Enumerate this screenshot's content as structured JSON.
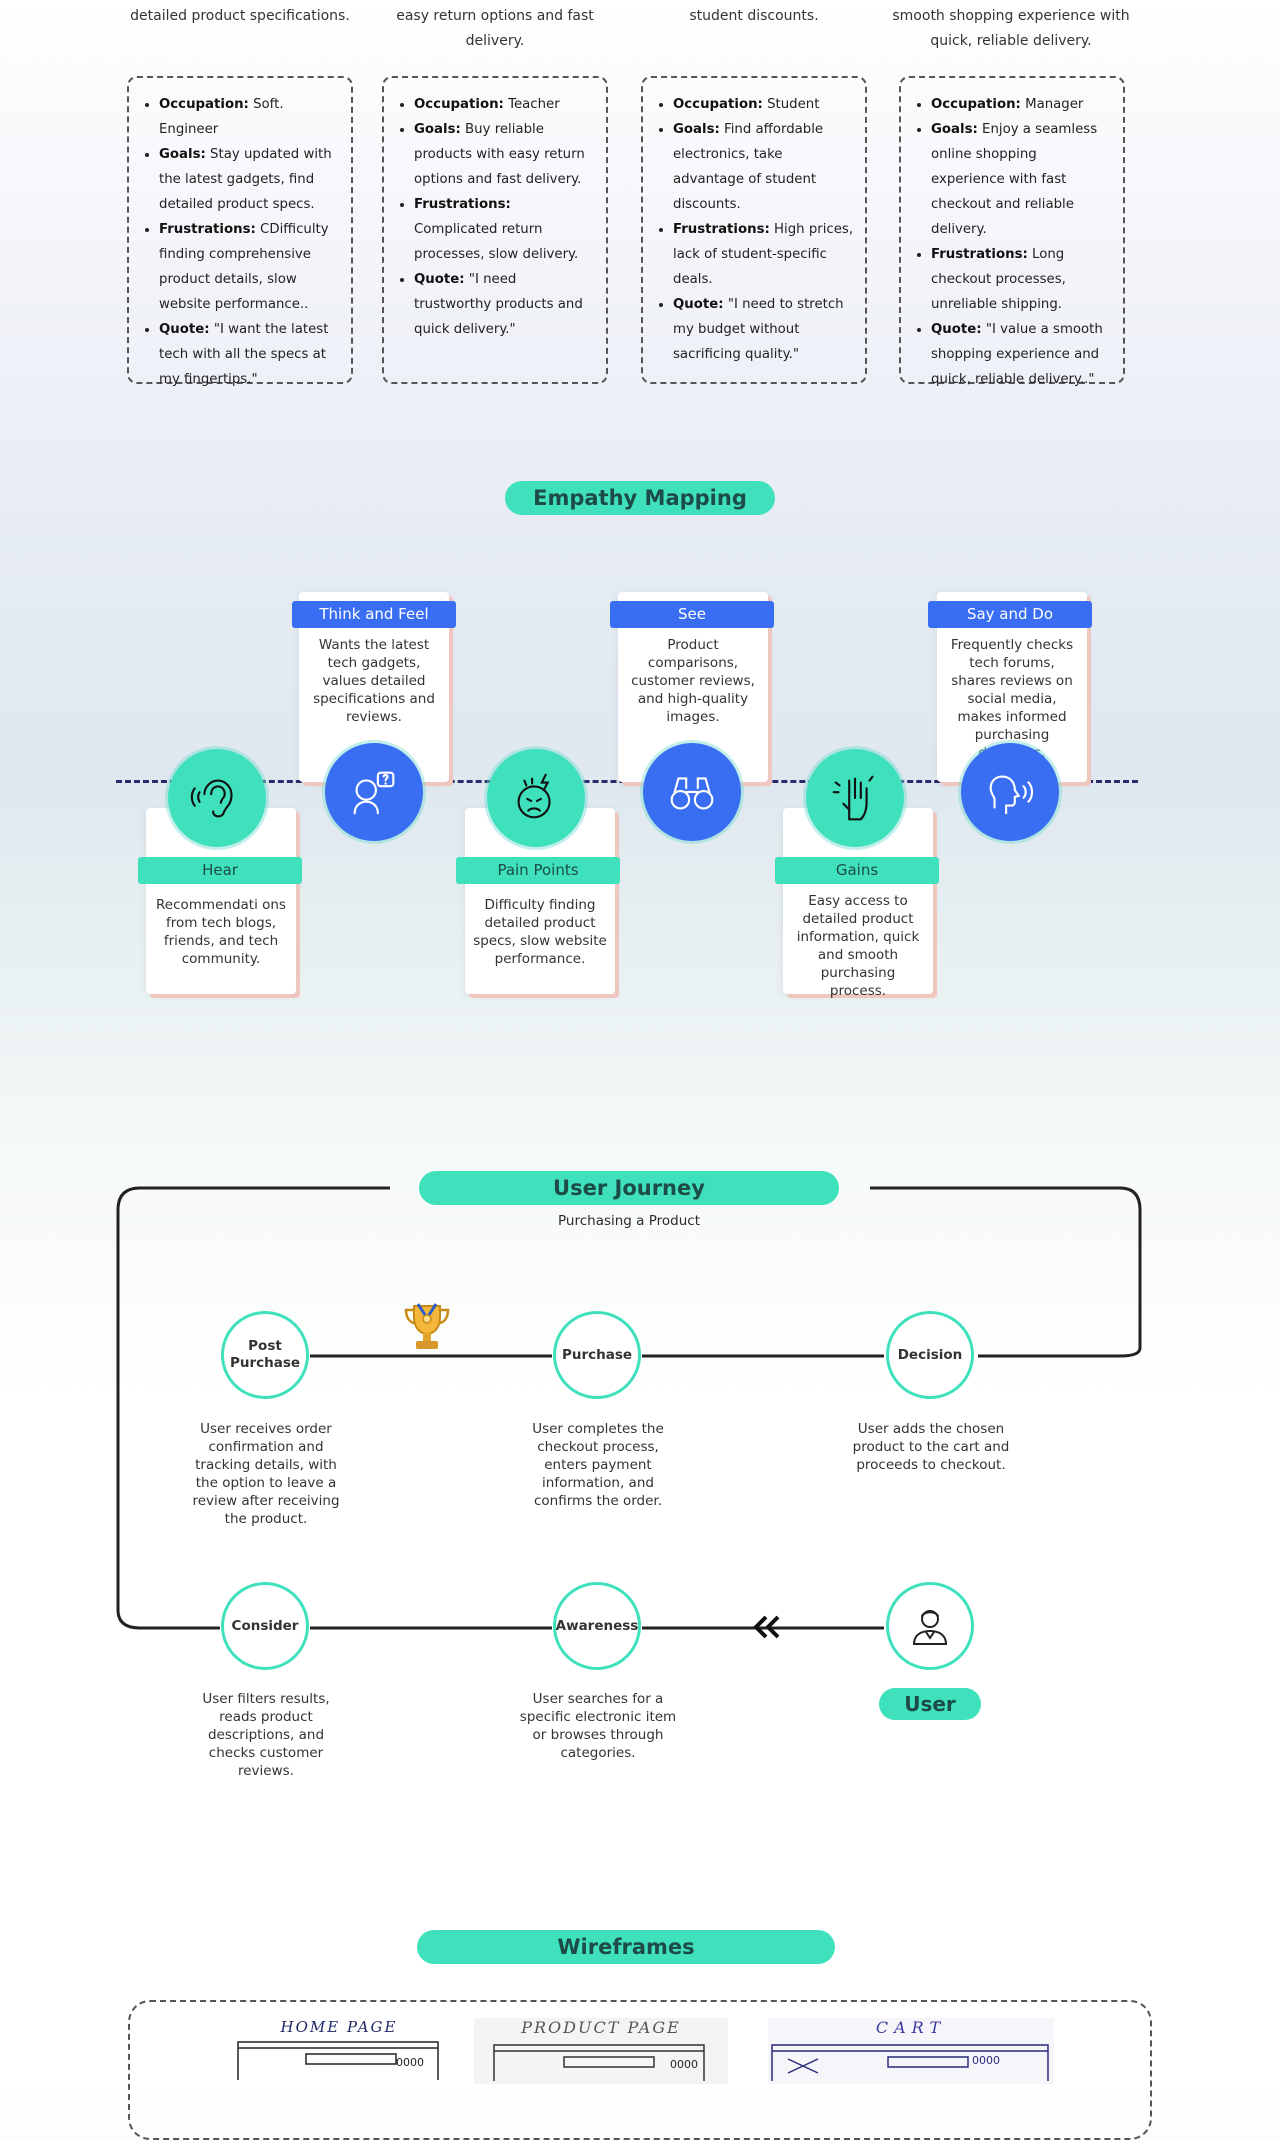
{
  "personas": [
    {
      "goal_tail": "detailed product specifications.",
      "occupation_label": "Occupation:",
      "occupation": "Soft. Engineer",
      "goals_label": "Goals:",
      "goals": "Stay updated with the latest gadgets, find detailed product specs.",
      "frustrations_label": "Frustrations:",
      "frustrations": "CDifficulty finding comprehensive product details, slow website performance..",
      "quote_label": "Quote:",
      "quote": "\"I want the latest tech with all the specs at my fingertips.\""
    },
    {
      "goal_tail": "easy return options and fast delivery.",
      "occupation_label": "Occupation:",
      "occupation": "Teacher",
      "goals_label": "Goals:",
      "goals": "Buy reliable products with easy return options and fast delivery.",
      "frustrations_label": "Frustrations:",
      "frustrations": "Complicated return processes, slow delivery.",
      "quote_label": "Quote:",
      "quote": "\"I need trustworthy products and quick delivery.\""
    },
    {
      "goal_tail": "student discounts.",
      "occupation_label": "Occupation:",
      "occupation": "Student",
      "goals_label": "Goals:",
      "goals": "Find affordable electronics, take advantage of student discounts.",
      "frustrations_label": "Frustrations:",
      "frustrations": "High prices, lack of student-specific deals.",
      "quote_label": "Quote:",
      "quote": "\"I need to stretch my budget without sacrificing quality.\""
    },
    {
      "goal_tail": "smooth shopping experience with quick, reliable delivery.",
      "occupation_label": "Occupation:",
      "occupation": "Manager",
      "goals_label": "Goals:",
      "goals": "Enjoy a seamless online shopping experience with fast checkout and reliable delivery.",
      "frustrations_label": "Frustrations:",
      "frustrations": "Long checkout processes, unreliable shipping.",
      "quote_label": "Quote:",
      "quote": "\"I value a smooth shopping experience and quick, reliable delivery..\""
    }
  ],
  "empathy": {
    "title": "Empathy Mapping",
    "items": [
      {
        "label": "Hear",
        "text": "Recommendati ons from tech blogs, friends, and tech community.",
        "icon": "ear-icon"
      },
      {
        "label": "Think and Feel",
        "text": "Wants the latest tech gadgets, values detailed specifications and reviews.",
        "icon": "thinking-person-icon"
      },
      {
        "label": "Pain Points",
        "text": "Difficulty finding detailed product specs, slow website performance.",
        "icon": "frustrated-face-icon"
      },
      {
        "label": "See",
        "text": "Product comparisons, customer reviews, and high-quality images.",
        "icon": "binoculars-icon"
      },
      {
        "label": "Gains",
        "text": "Easy access to detailed product information, quick and smooth purchasing process.",
        "icon": "raised-hand-icon"
      },
      {
        "label": "Say and Do",
        "text": "Frequently checks tech forums, shares reviews on social media, makes informed purchasing decisions.",
        "icon": "speaking-head-icon"
      }
    ],
    "colors": {
      "green": "#3fe1bd",
      "blue": "#3a6ef2",
      "line": "#2b2a6b"
    }
  },
  "journey": {
    "title": "User Journey",
    "subtitle": "Purchasing a Product",
    "user_label": "User",
    "stages": [
      {
        "name": "Post Purchase",
        "text": "User receives order confirmation and tracking details, with the option to leave a review after receiving the product."
      },
      {
        "name": "Purchase",
        "text": "User completes the checkout process, enters payment information, and confirms the order."
      },
      {
        "name": "Decision",
        "text": "User adds the chosen product to the cart and proceeds to checkout."
      },
      {
        "name": "Consider",
        "text": "User filters results, reads product descriptions, and checks customer reviews."
      },
      {
        "name": "Awareness",
        "text": "User searches for a specific electronic item or browses through categories."
      }
    ],
    "icons": [
      "trophy-icon",
      "user-avatar-icon",
      "double-chevron-left-icon"
    ]
  },
  "wireframes": {
    "title": "Wireframes",
    "sketches": [
      {
        "title": "HOME PAGE",
        "price": "0000"
      },
      {
        "title": "PRODUCT PAGE",
        "price": "0000"
      },
      {
        "title": "CART",
        "price": "0000"
      }
    ]
  }
}
